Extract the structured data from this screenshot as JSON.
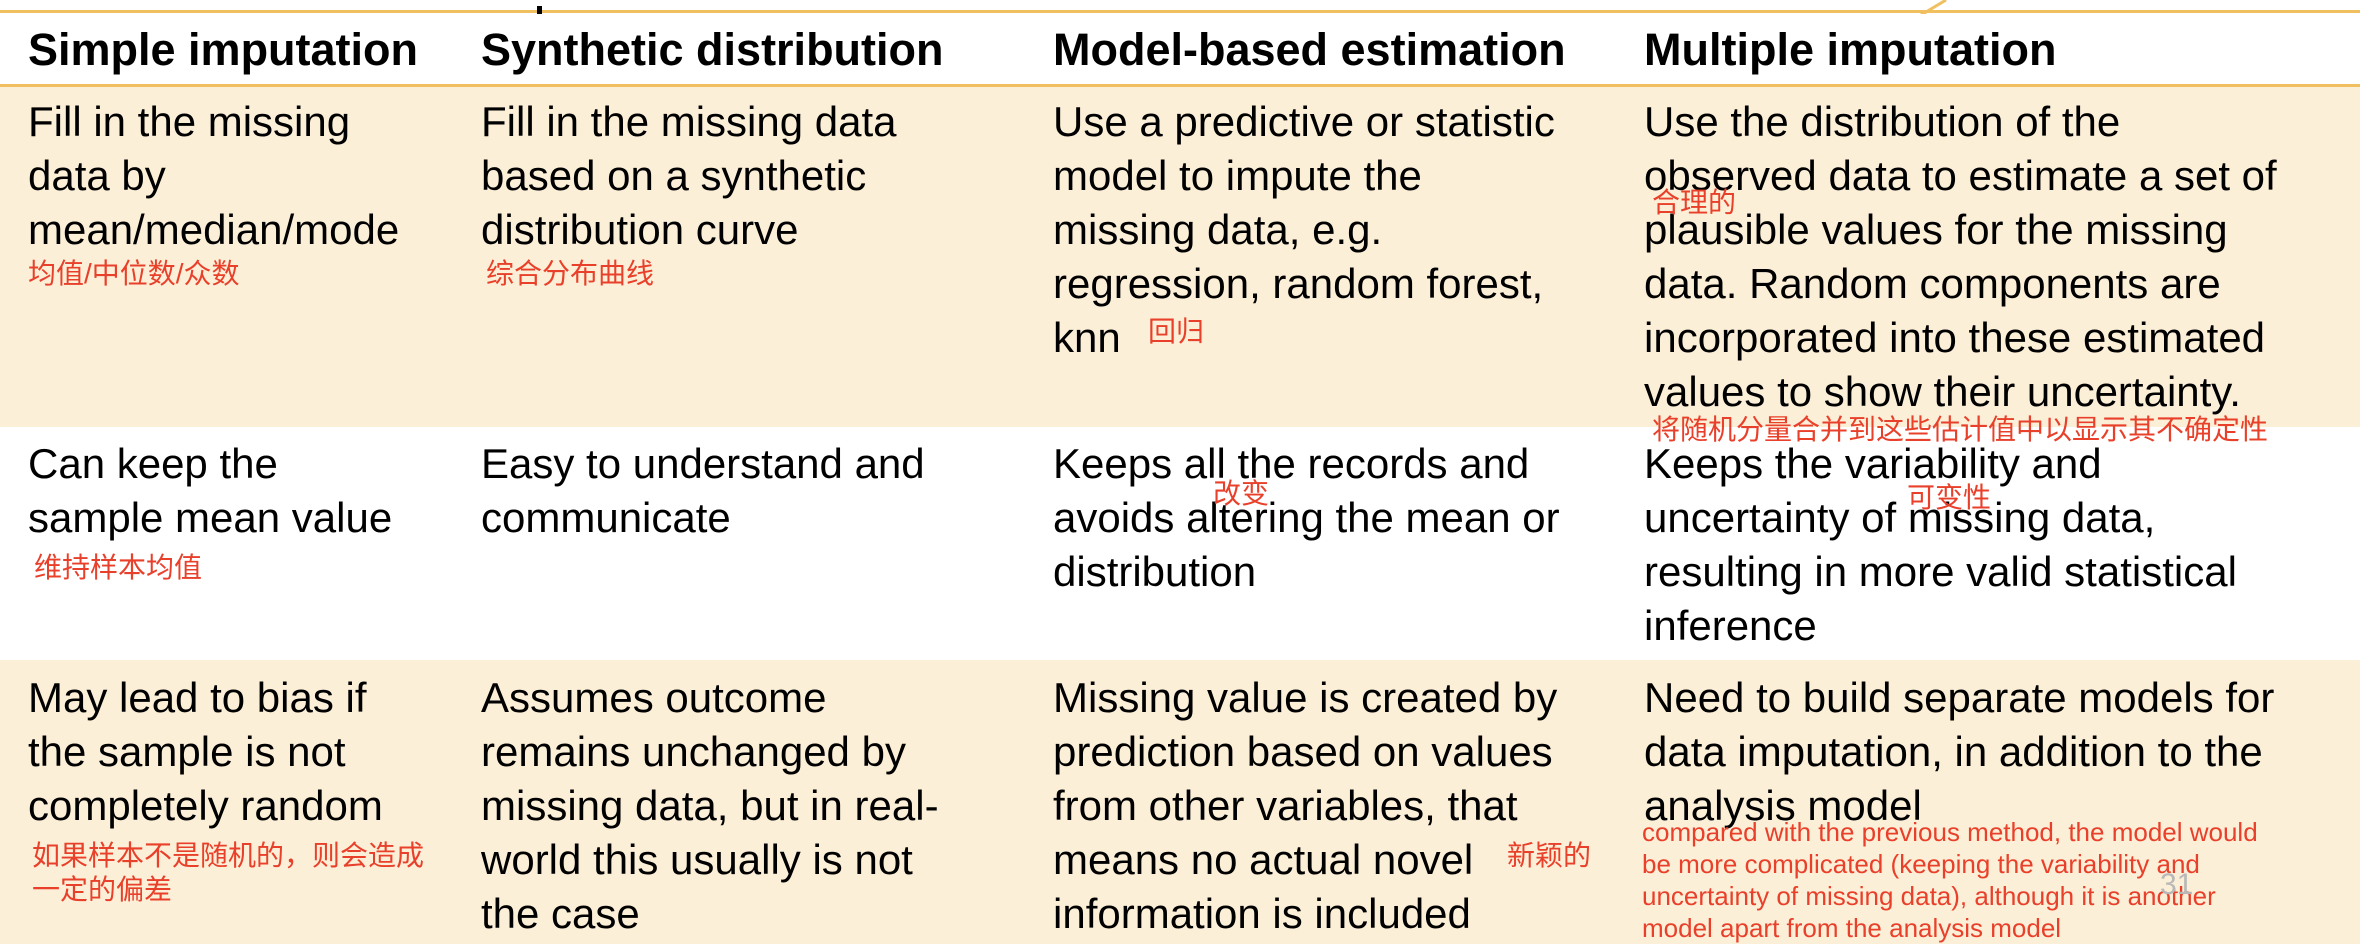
{
  "colors": {
    "accent_line": "#f0c060",
    "band_fill": "#fcefd8",
    "annotation": "#e8402a",
    "page_number": "#b8b8b8"
  },
  "headers": [
    "Simple imputation",
    "Synthetic distribution",
    "Model-based estimation",
    "Multiple imputation"
  ],
  "rows": [
    {
      "cells": [
        "Fill in the missing\ndata by\nmean/median/mode",
        "Fill in the missing data\nbased on a synthetic\ndistribution curve",
        "Use a predictive or statistic\nmodel to impute the\nmissing data, e.g.\nregression, random forest,\nknn",
        "Use the distribution of the\nobserved data to estimate a set of\nplausible values for the missing\ndata. Random components are\nincorporated into these estimated\nvalues to show their uncertainty."
      ]
    },
    {
      "cells": [
        "Can keep the\nsample mean value",
        "Easy to understand and\ncommunicate",
        "Keeps all the records and\navoids altering the mean or\ndistribution",
        "Keeps the variability and\nuncertainty of missing data,\nresulting in more valid statistical\ninference"
      ]
    },
    {
      "cells": [
        "May lead to bias if\nthe sample is not\ncompletely random",
        "Assumes outcome\nremains unchanged by\nmissing data, but in real-\nworld this usually is not\nthe case",
        "Missing value is created by\nprediction based on values\nfrom other variables, that\nmeans no actual novel\ninformation is included",
        "Need to build separate models for\ndata imputation, in addition to the\nanalysis model"
      ]
    }
  ],
  "annotations": {
    "mean_median_mode": "均值/中位数/众数",
    "synthetic_curve": "综合分布曲线",
    "regression": "回归",
    "plausible": "合理的",
    "random_components": "将随机分量合并到这些估计值中以显示其不确定性",
    "keep_sample_mean": "维持样本均值",
    "altering": "改变",
    "variability": "可变性",
    "bias_note": "如果样本不是随机的，则会造成\n一定的偏差",
    "novel": "新颖的",
    "comparison_note": "compared with the previous method, the model would\nbe more complicated (keeping the variability and\nuncertainty of missing data), although it is another\nmodel apart from the analysis model"
  },
  "page_number": "31"
}
